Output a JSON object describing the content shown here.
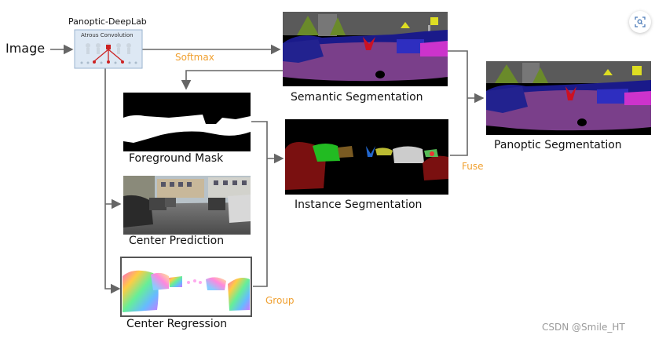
{
  "labels": {
    "input": "Image",
    "model": "Panoptic-DeepLab",
    "atrous": "Atrous Convolution",
    "softmax": "Softmax",
    "semantic": "Semantic Segmentation",
    "panoptic": "Panoptic Segmentation",
    "foreground": "Foreground Mask",
    "instance": "Instance Segmentation",
    "fuse": "Fuse",
    "center_prediction": "Center Prediction",
    "center_regression": "Center Regression",
    "group": "Group"
  },
  "watermark": "CSDN @Smile_HT",
  "icons": {
    "scan": "scan-icon"
  },
  "colors": {
    "accent": "#f0a030",
    "arrow": "#666666",
    "box_fill": "#dde8f4",
    "box_stroke": "#9ab3cf"
  }
}
